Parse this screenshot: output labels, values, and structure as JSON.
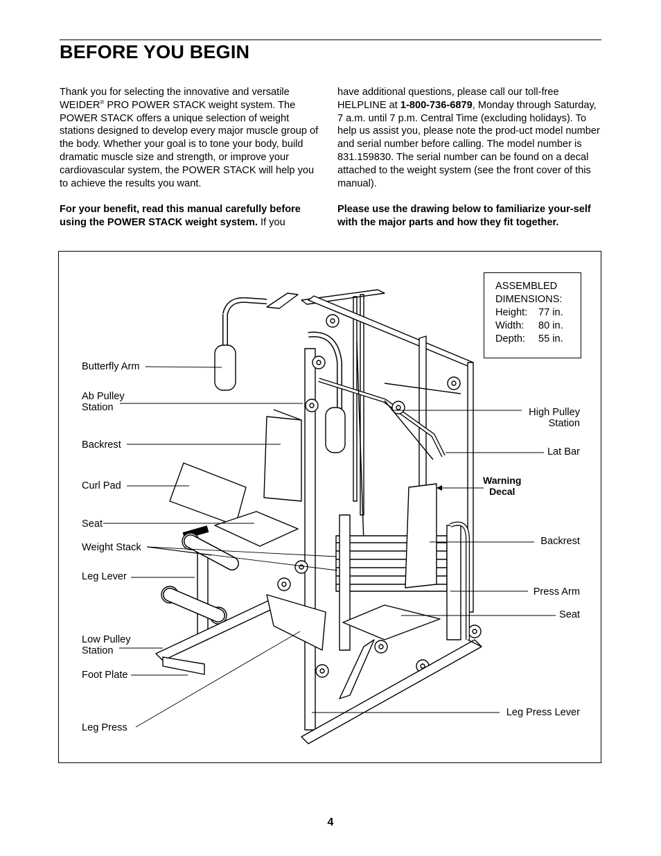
{
  "header": {
    "title": "BEFORE YOU BEGIN"
  },
  "intro": {
    "p1_a": "Thank you for selecting the innovative and versatile WEIDER",
    "p1_reg": "®",
    "p1_b": " PRO POWER STACK weight system. The POWER STACK offers a unique selection of weight stations designed to develop every major muscle group of the body. Whether your goal is to tone your body, build dramatic muscle size and strength, or improve your cardiovascular system, the POWER STACK will help you to achieve the results you want.",
    "p2_bold": "For your benefit, read this manual carefully before using the POWER STACK weight system.",
    "p2_rest": " If you",
    "p3_a": "have additional questions, please call our toll-free HELPLINE at ",
    "p3_phone": "1-800-736-6879",
    "p3_b": ", Monday through Saturday, 7 a.m. until 7 p.m. Central Time (excluding holidays). To help us assist you, please note the prod-uct model number and serial number before calling. The model number is 831.159830. The serial number can be found on a decal attached to the weight system (see the front cover of this manual).",
    "p4_bold": "Please use the drawing below to familiarize your-self with the major parts and how they fit together."
  },
  "dimensions": {
    "heading_1": "ASSEMBLED",
    "heading_2": "DIMENSIONS:",
    "rows": [
      {
        "label": "Height:",
        "value": "77 in."
      },
      {
        "label": "Width:",
        "value": "80 in."
      },
      {
        "label": "Depth:",
        "value": "55 in."
      }
    ]
  },
  "labels": {
    "butterfly_arm": "Butterfly Arm",
    "ab_pulley_1": "Ab Pulley",
    "ab_pulley_2": "Station",
    "backrest_left": "Backrest",
    "curl_pad": "Curl Pad",
    "seat_left": "Seat",
    "weight_stack": "Weight Stack",
    "leg_lever": "Leg Lever",
    "low_pulley_1": "Low Pulley",
    "low_pulley_2": "Station",
    "foot_plate": "Foot Plate",
    "leg_press": "Leg Press",
    "high_pulley_1": "High Pulley",
    "high_pulley_2": "Station",
    "lat_bar": "Lat Bar",
    "warning_1": "Warning",
    "warning_2": "Decal",
    "backrest_right": "Backrest",
    "press_arm": "Press Arm",
    "seat_right": "Seat",
    "leg_press_lever": "Leg Press Lever"
  },
  "footer": {
    "page_number": "4"
  }
}
